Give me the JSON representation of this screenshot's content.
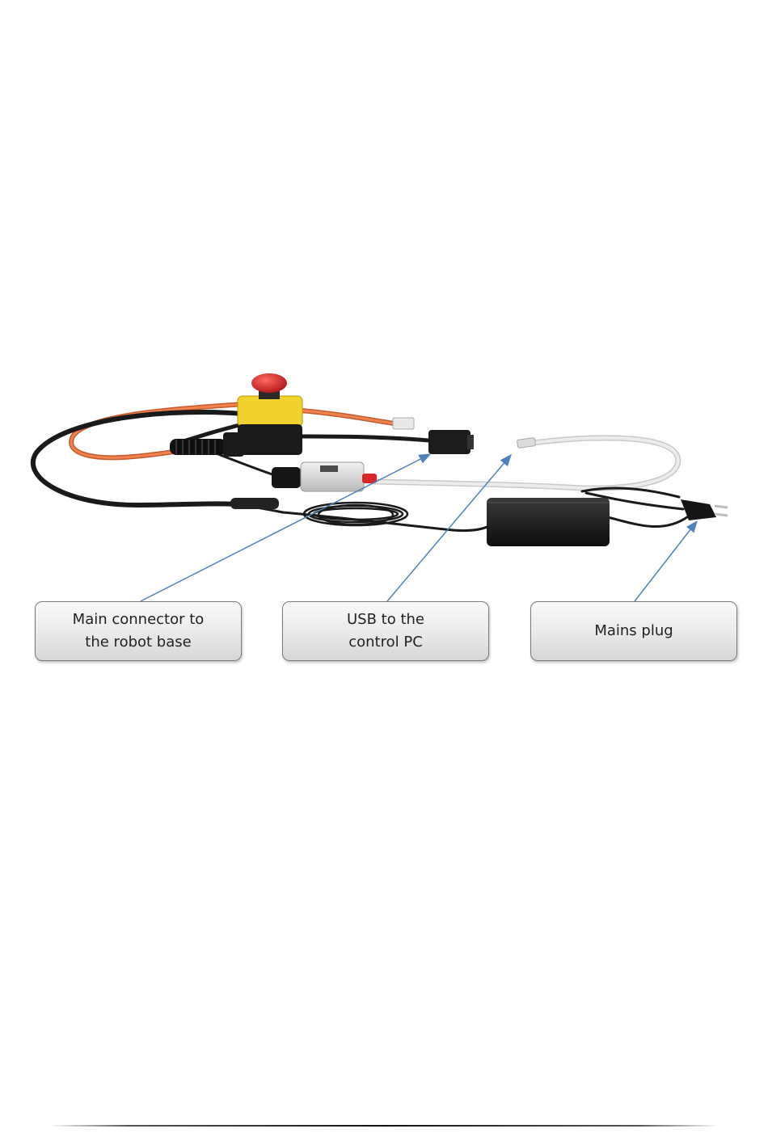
{
  "figure": {
    "callouts": [
      {
        "id": "main-connector",
        "text": "Main connector to\nthe robot base"
      },
      {
        "id": "usb",
        "text": "USB to the\ncontrol PC"
      },
      {
        "id": "mains",
        "text": "Mains plug"
      }
    ]
  },
  "colors": {
    "leader_line": "#4f81bd",
    "estop_button": "#d9262a",
    "estop_housing": "#f2d22e",
    "orange_cable": "#e8713c",
    "cable_black": "#1a1a1a",
    "usb_cable": "#e6e6e6"
  }
}
